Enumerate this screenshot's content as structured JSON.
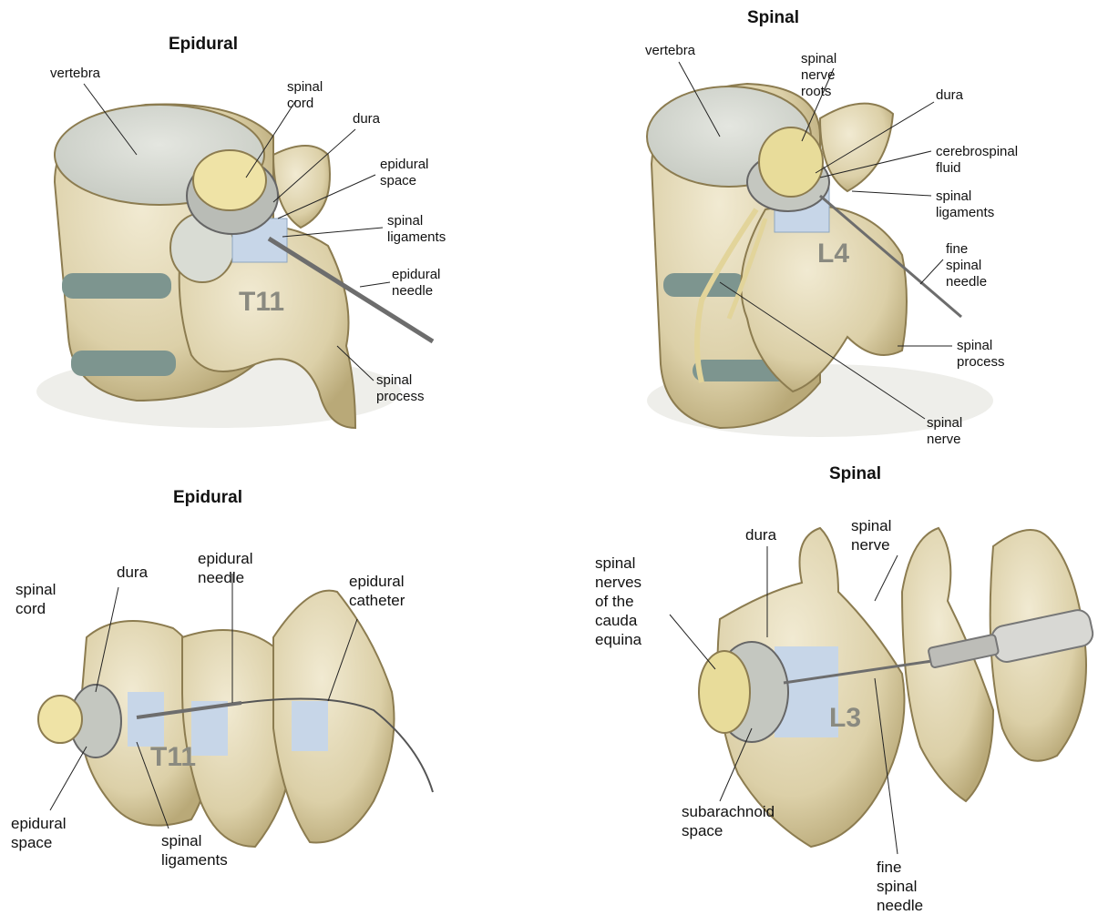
{
  "panels": [
    {
      "title": "Epidural",
      "vertebra_label": "T11",
      "labels": [
        "vertebra",
        "spinal cord",
        "dura",
        "epidural\nspace",
        "spinal\nligaments",
        "epidural\nneedle",
        "spinal process"
      ]
    },
    {
      "title": "Spinal",
      "vertebra_label": "L4",
      "labels": [
        "vertebra",
        "spinal nerve roots",
        "dura",
        "cerebrospinal fluid",
        "spinal ligaments",
        "fine spinal needle",
        "spinal process",
        "spinal nerve"
      ]
    },
    {
      "title": "Epidural",
      "vertebra_label": "T11",
      "labels": [
        "spinal cord",
        "dura",
        "epidural needle",
        "epidural\ncatheter",
        "epidural\nspace",
        "spinal\nligaments"
      ]
    },
    {
      "title": "Spinal",
      "vertebra_label": "L3",
      "labels": [
        "dura",
        "spinal\nnerve",
        "spinal nerves\nof the cauda\nequina",
        "subarachnoid\nspace",
        "fine spinal needle"
      ]
    }
  ]
}
